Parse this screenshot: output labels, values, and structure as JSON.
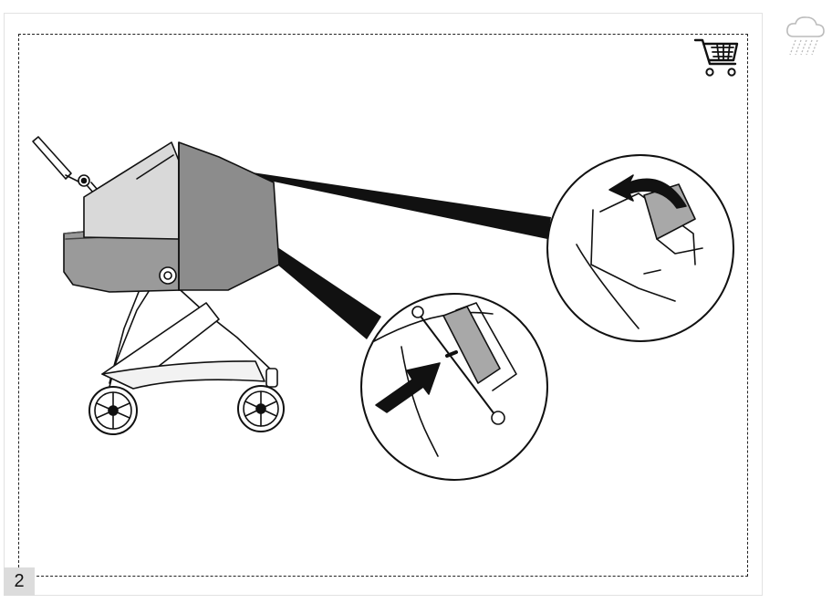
{
  "page": {
    "step_number": "2"
  },
  "icons": {
    "cart": "shopping-cart-icon",
    "rain": "rain-cloud-icon"
  },
  "illustration": {
    "subject": "stroller-carrycot-with-rain-cover",
    "detail_top": "zoom-detail-strap-fold",
    "detail_bottom": "zoom-detail-strap-insert"
  },
  "colors": {
    "line": "#111111",
    "cover": "#8a8a8a",
    "cover_light": "#bdbdbd",
    "handle": "#9a9a9a",
    "step_bg": "#dcdcdc"
  }
}
